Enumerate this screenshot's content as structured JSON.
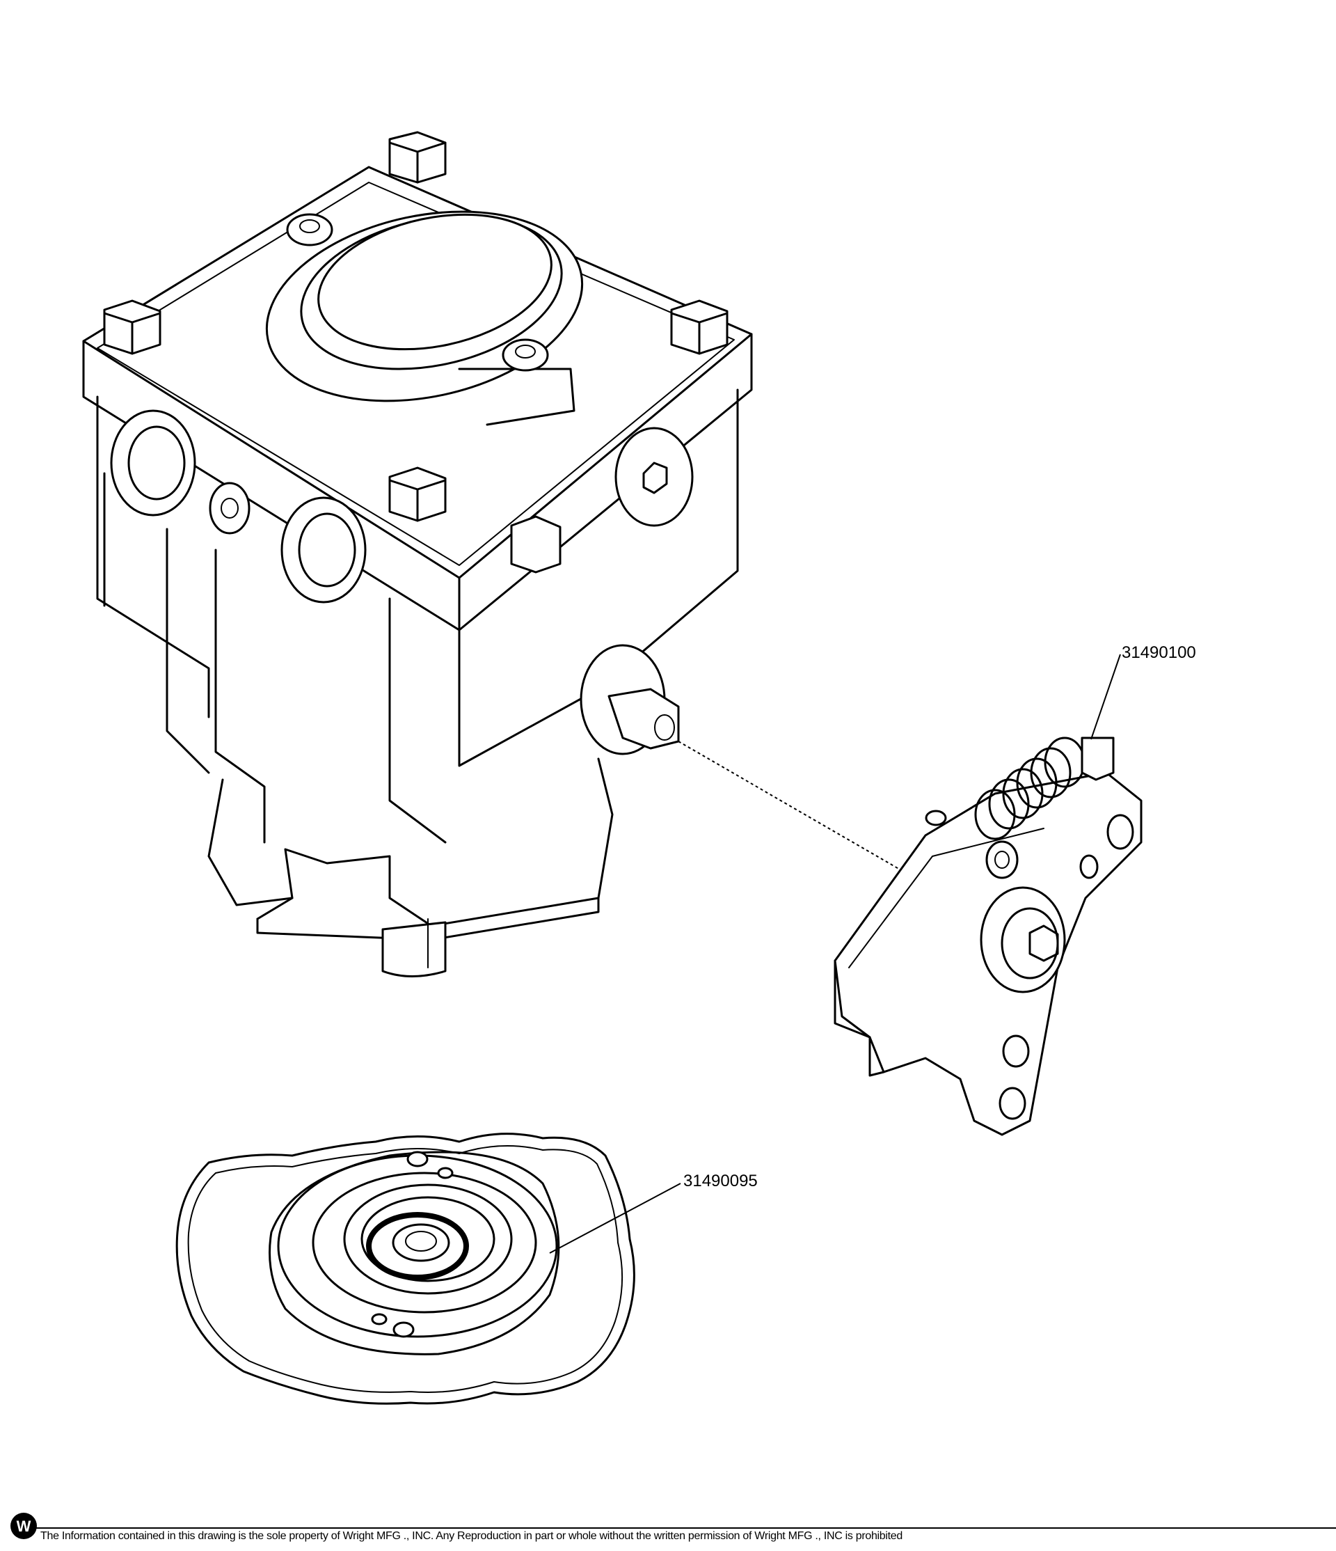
{
  "callouts": {
    "control_arm": "31490100",
    "seal_kit": "31490095"
  },
  "footer": {
    "notice": "The Information contained in this drawing is the sole property of Wright MFG ., INC. Any Reproduction in part or whole without the written permission of Wright MFG ., INC is prohibited"
  },
  "logo": {
    "letter": "W"
  }
}
